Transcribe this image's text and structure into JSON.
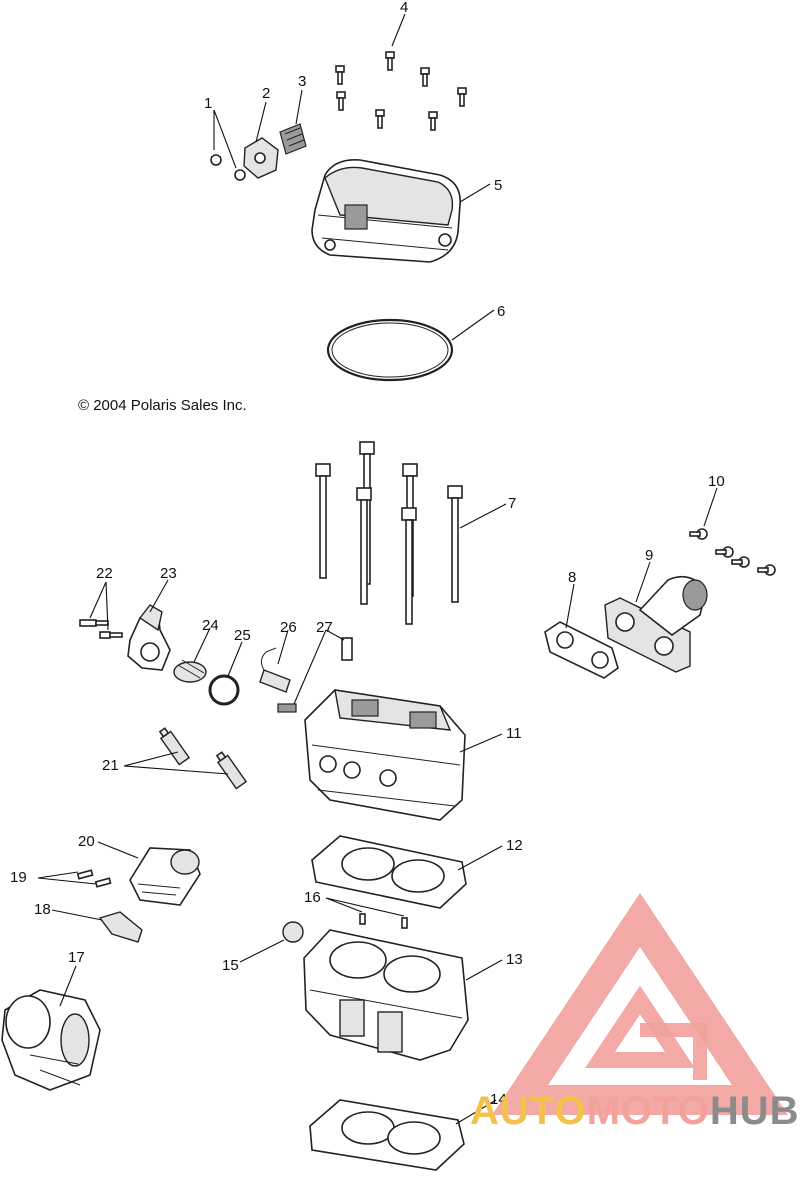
{
  "copyright": "© 2004 Polaris Sales Inc.",
  "callouts": [
    "1",
    "2",
    "3",
    "4",
    "5",
    "6",
    "7",
    "8",
    "9",
    "10",
    "11",
    "12",
    "13",
    "14",
    "15",
    "16",
    "17",
    "18",
    "19",
    "20",
    "21",
    "22",
    "23",
    "24",
    "25",
    "26",
    "27"
  ],
  "watermark": {
    "auto": "AUTO",
    "moto": "MOTO",
    "hub": "HUB",
    "colors": {
      "logo": "#f2a19c",
      "auto": "#f4c24a",
      "moto": "#f2a19c",
      "hub": "#8b8b8b"
    }
  }
}
